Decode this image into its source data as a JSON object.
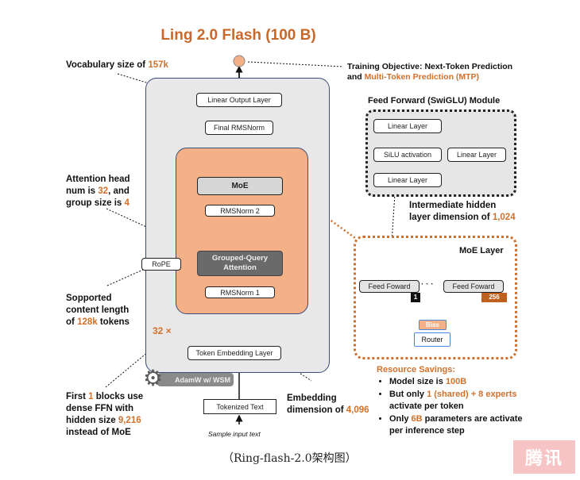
{
  "title": "Ling 2.0 Flash (100 B)",
  "annotations": {
    "vocab": {
      "prefix": "Vocabulary size of ",
      "value": "157k"
    },
    "training": {
      "line1": "Training Objective: Next-Token Prediction",
      "line2_prefix": "and ",
      "line2_value": "Multi-Token Prediction (MTP)"
    },
    "attention": {
      "l1": "Attention head",
      "l2_prefix": "num is ",
      "l2_value": "32",
      "l2_suffix": ", and",
      "l3_prefix": "group size is ",
      "l3_value": "4"
    },
    "context": {
      "l1": "Sopported",
      "l2": "content length",
      "l3_prefix": "of ",
      "l3_value": "128k",
      "l3_suffix": " tokens"
    },
    "repeat": "32 ×",
    "dense": {
      "l1_prefix": "First ",
      "l1_value": "1",
      "l1_suffix": " blocks use",
      "l2": "dense FFN with",
      "l3_prefix": "hidden size ",
      "l3_value": "9,216",
      "l4": "instead of MoE"
    },
    "embedding": {
      "l1": "Embedding",
      "l2_prefix": "dimension of ",
      "l2_value": "4,096"
    },
    "intermediate": {
      "l1": "Intermediate hidden",
      "l2_prefix": "layer dimension of ",
      "l2_value": "1,024"
    }
  },
  "main_stack": {
    "linear_output": "Linear Output Layer",
    "final_norm": "Final RMSNorm",
    "moe": "MoE",
    "rmsnorm2": "RMSNorm 2",
    "gqa_l1": "Grouped-Query",
    "gqa_l2": "Attention",
    "rmsnorm1": "RMSNorm 1",
    "rope": "RoPE",
    "token_embedding": "Token Embedding Layer",
    "tokenized_text": "Tokenized Text",
    "sample_input": "Sample input text",
    "optimizer": "AdamW w/ WSM"
  },
  "ffn_module": {
    "title": "Feed Forward (SwiGLU) Module",
    "linear_top": "Linear Layer",
    "silu": "SiLU activation",
    "linear_right": "Linear Layer",
    "linear_bottom": "Linear Layer"
  },
  "moe_layer": {
    "title": "MoE Layer",
    "expert_left": "Feed Foward",
    "expert_right": "Feed Foward",
    "expert_left_index": "1",
    "expert_right_index": "256",
    "ellipsis": "· · ·",
    "bias": "Bias",
    "router": "Router"
  },
  "resource_savings": {
    "heading": "Resource Savings:",
    "items": [
      {
        "prefix": "Model size is ",
        "value": "100B",
        "suffix": ""
      },
      {
        "prefix": "But only ",
        "value": "1 (shared) + 8 experts",
        "suffix": " activate per token"
      },
      {
        "prefix": "Only ",
        "value": "6B",
        "suffix": " parameters are activate per inference step"
      }
    ]
  },
  "caption": "（Ring-flash-2.0架构图）",
  "watermark": "腾讯",
  "colors": {
    "accent": "#d2712c",
    "block": "#f4b086",
    "panel": "#e8e8e8",
    "border": "#3c4c78",
    "router": "#4a8ad8"
  }
}
